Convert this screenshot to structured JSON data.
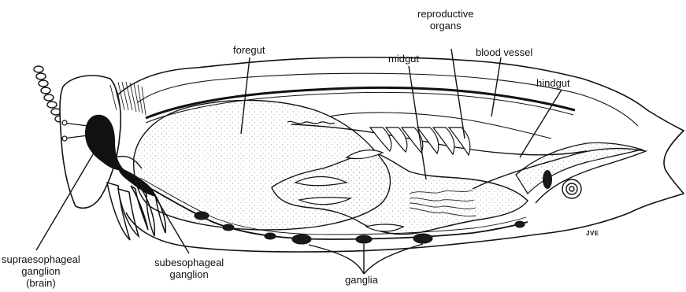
{
  "diagram": {
    "labels": {
      "foregut": "foregut",
      "midgut": "midgut",
      "reproductive_organs": [
        "reproductive",
        "organs"
      ],
      "blood_vessel": "blood vessel",
      "hindgut": "hindgut",
      "supraesophageal_ganglion": [
        "supraesophageal",
        "ganglion",
        "(brain)"
      ],
      "subesophageal_ganglion": [
        "subesophageal",
        "ganglion"
      ],
      "ganglia": "ganglia"
    },
    "artist_signature": "JVE"
  }
}
